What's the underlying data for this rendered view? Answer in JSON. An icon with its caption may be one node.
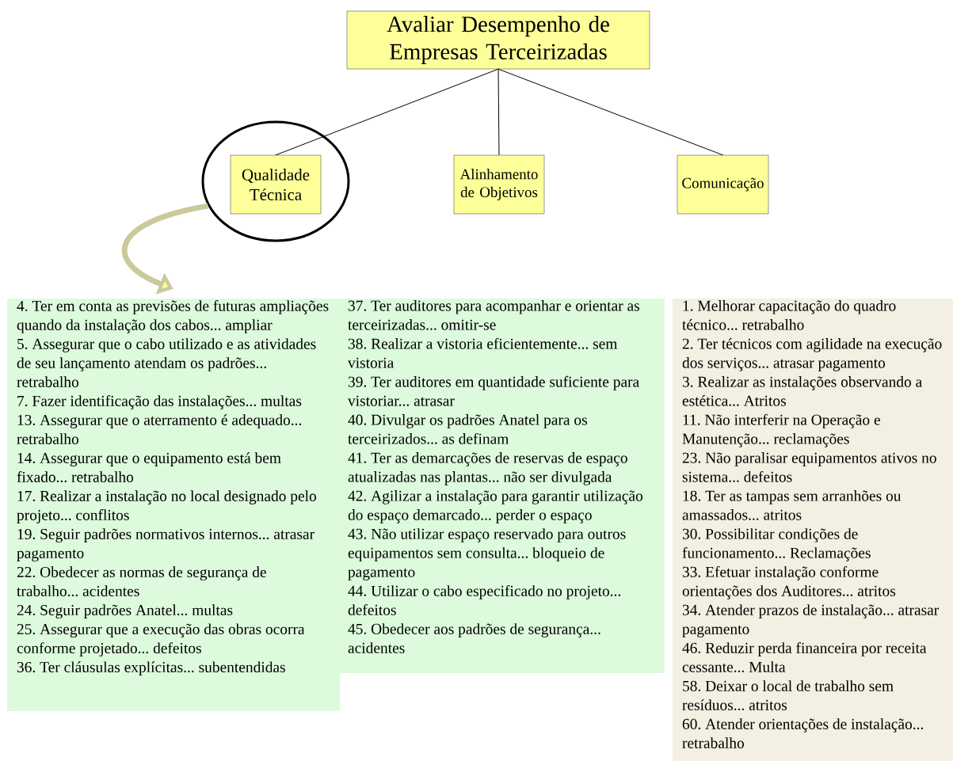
{
  "diagram": {
    "nodes": [
      {
        "text": [
          "Avaliar Desempenho de Empresas Terceirizadas"
        ]
      },
      {
        "text": [],
        "shape": "circle"
      },
      {
        "text": [
          "Qualidade Técnica"
        ],
        "in": 1
      },
      {
        "text": [
          "Alinhamento de Objetivos"
        ]
      },
      {
        "text": [
          "Comunicação"
        ]
      },
      {
        "text": [
          "4. Ter em conta as previsões de futuras ampliações quando da instalação dos cabos... ampliar",
          "5. Assegurar que o cabo utilizado e as atividades de seu lançamento atendam os padrões... retrabalho",
          "7. Fazer identificação das instalações... multas",
          "13. Assegurar que o aterramento é adequado... retrabalho",
          "14. Assegurar que o equipamento está bem fixado... retrabalho",
          "17. Realizar a instalação no local designado pelo projeto... conflitos",
          "19. Seguir padrões normativos internos... atrasar pagamento",
          "22. Obedecer as normas de segurança de trabalho... acidentes",
          "24. Seguir padrões Anatel... multas",
          "25. Assegurar que a execução das obras ocorra conforme projetado... defeitos",
          "36. Ter cláusulas explícitas... subentendidas"
        ]
      },
      {
        "text": [
          "37. Ter auditores para acompanhar e orientar as terceirizadas... omitir-se",
          "38. Realizar a vistoria eficientemente... sem vistoria",
          "39. Ter auditores em quantidade suficiente para vistoriar... atrasar",
          "40. Divulgar os padrões Anatel para os terceirizados... as definam",
          "41. Ter as demarcações de reservas de espaço atualizadas nas plantas... não ser divulgada",
          "42. Agilizar a instalação para garantir utilização do espaço demarcado... perder o espaço",
          "43. Não utilizar espaço reservado para outros equipamentos sem consulta... bloqueio de pagamento",
          "44. Utilizar o cabo especificado no projeto... defeitos",
          "45. Obedecer aos padrões de segurança... acidentes"
        ]
      },
      {
        "text": [
          "1. Melhorar capacitação do quadro técnico... retrabalho",
          "2. Ter técnicos com agilidade na execução dos serviços... atrasar pagamento",
          "3. Realizar as instalações observando a estética... Atritos",
          "11. Não interferir na Operação e Manutenção... reclamações",
          "23. Não paralisar equipamentos ativos no sistema... defeitos",
          "18. Ter as tampas sem arranhões ou amassados... atritos",
          "30. Possibilitar condições de funcionamento... Reclamações",
          "33. Efetuar instalação conforme orientações dos Auditores... atritos",
          "34. Atender prazos de instalação... atrasar pagamento",
          "46. Reduzir perda financeira por receita cessante... Multa",
          "58. Deixar o local de trabalho sem resíduos... atritos",
          "60. Atender orientações de instalação... retrabalho"
        ]
      }
    ],
    "edges": [
      {
        "from": 0,
        "to": 2,
        "arrow": "none"
      },
      {
        "from": 0,
        "to": 3,
        "arrow": "none"
      },
      {
        "from": 0,
        "to": 4,
        "arrow": "none"
      },
      {
        "from": 1,
        "to": 5,
        "arrow": "to",
        "style": "thick",
        "color": "#c9c99b"
      }
    ]
  }
}
